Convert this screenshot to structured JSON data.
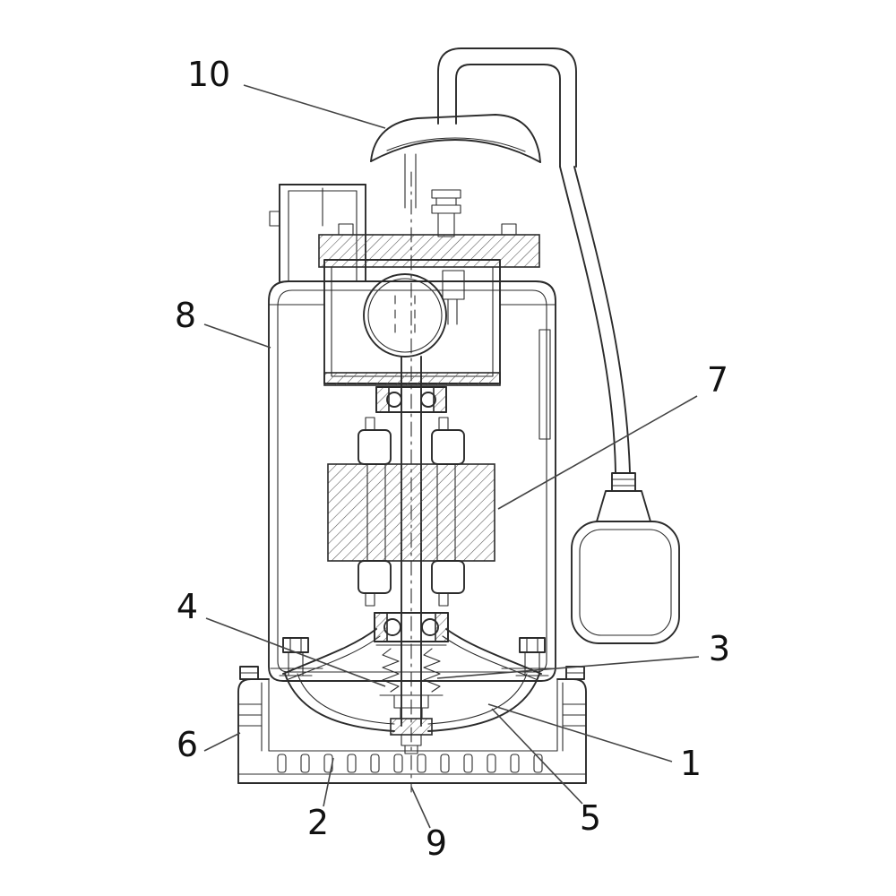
{
  "theme": {
    "ink": "#2b2b2b",
    "ink-soft": "#444444",
    "label": "#111111",
    "background": "#ffffff"
  },
  "figure": {
    "kind": "technical-cutaway-diagram",
    "subject": "submersible-pump-cross-section",
    "labels": [
      {
        "id": "10"
      },
      {
        "id": "8"
      },
      {
        "id": "7"
      },
      {
        "id": "4"
      },
      {
        "id": "3"
      },
      {
        "id": "6"
      },
      {
        "id": "1"
      },
      {
        "id": "2"
      },
      {
        "id": "5"
      },
      {
        "id": "9"
      }
    ]
  }
}
